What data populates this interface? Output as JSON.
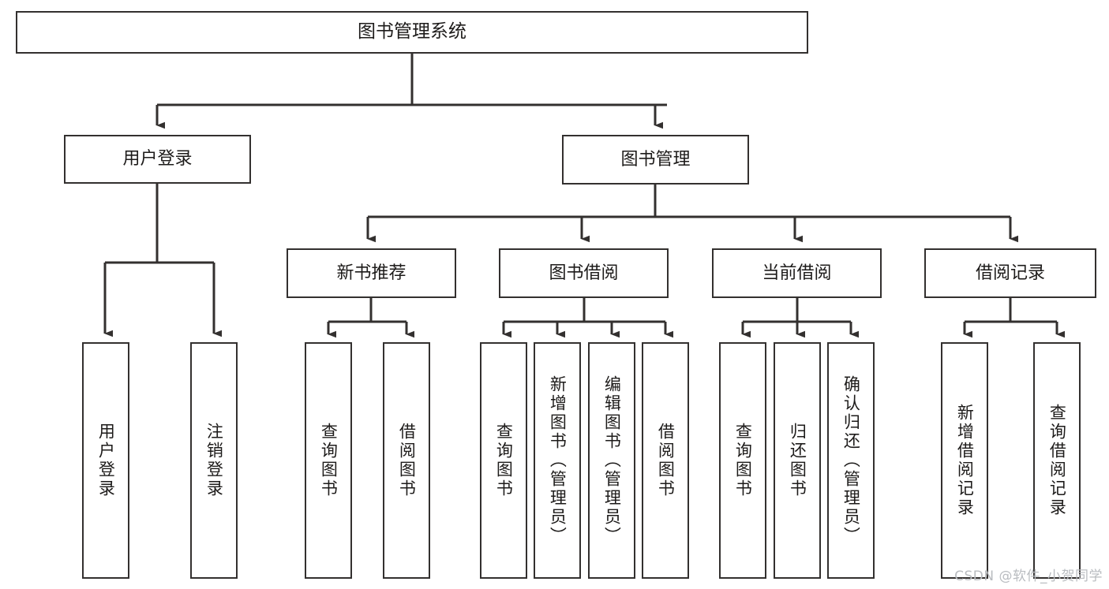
{
  "diagram": {
    "title": "图书管理系统",
    "type": "功能结构图",
    "style": {
      "box_border_color": "#33302f",
      "box_fill_color": "#ffffff",
      "edge_color": "#33302f",
      "text_color": "#1d1b1a",
      "background": "#ffffff"
    },
    "watermark": "CSDN @软件_小贺同学",
    "nodes": {
      "root": {
        "label": "图书管理系统"
      },
      "level2": [
        {
          "id": "user-login",
          "label": "用户登录"
        },
        {
          "id": "book-manage",
          "label": "图书管理"
        }
      ],
      "level3": [
        {
          "id": "new-book-recommend",
          "label": "新书推荐"
        },
        {
          "id": "book-borrow",
          "label": "图书借阅"
        },
        {
          "id": "current-borrow",
          "label": "当前借阅"
        },
        {
          "id": "borrow-record",
          "label": "借阅记录"
        }
      ],
      "leaves": {
        "user-login": [
          {
            "id": "leaf-user-login",
            "label": "用户登录"
          },
          {
            "id": "leaf-logout-login",
            "label": "注销登录"
          }
        ],
        "new-book-recommend": [
          {
            "id": "leaf-query-book-1",
            "label": "查询图书"
          },
          {
            "id": "leaf-borrow-book-1",
            "label": "借阅图书"
          }
        ],
        "book-borrow": [
          {
            "id": "leaf-query-book-2",
            "label": "查询图书"
          },
          {
            "id": "leaf-add-book",
            "label": "新增图书（管理员）"
          },
          {
            "id": "leaf-edit-book",
            "label": "编辑图书（管理员）"
          },
          {
            "id": "leaf-borrow-book-2",
            "label": "借阅图书"
          }
        ],
        "current-borrow": [
          {
            "id": "leaf-query-book-3",
            "label": "查询图书"
          },
          {
            "id": "leaf-return-book",
            "label": "归还图书"
          },
          {
            "id": "leaf-confirm-return",
            "label": "确认归还（管理员）"
          }
        ],
        "borrow-record": [
          {
            "id": "leaf-add-record",
            "label": "新增借阅记录"
          },
          {
            "id": "leaf-query-record",
            "label": "查询借阅记录"
          }
        ]
      }
    }
  }
}
